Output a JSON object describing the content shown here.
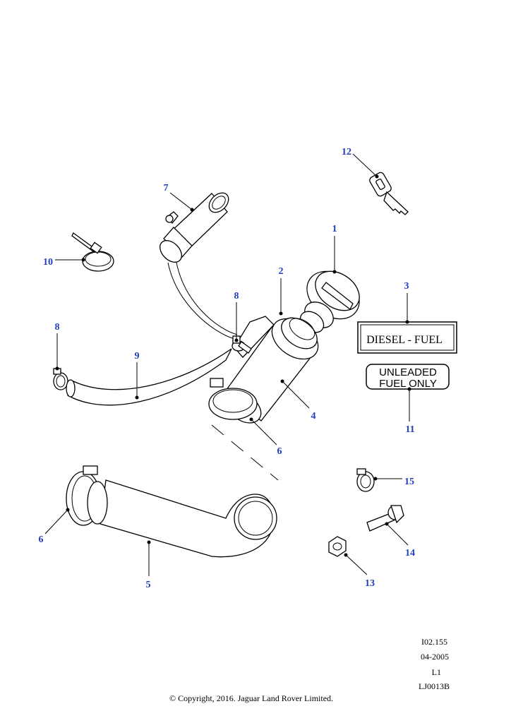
{
  "callouts": {
    "c1": "1",
    "c2": "2",
    "c3": "3",
    "c4": "4",
    "c5": "5",
    "c6a": "6",
    "c6b": "6",
    "c7": "7",
    "c8a": "8",
    "c8b": "8",
    "c9": "9",
    "c10": "10",
    "c11": "11",
    "c12": "12",
    "c13": "13",
    "c14": "14",
    "c15": "15"
  },
  "labels": {
    "diesel": "DIESEL - FUEL",
    "unleaded_line1": "UNLEADED",
    "unleaded_line2": "FUEL ONLY"
  },
  "meta": {
    "ref": "I02.155",
    "date": "04-2005",
    "level": "L1",
    "code": "LJ0013B",
    "copyright": "© Copyright, 2016. Jaguar Land Rover Limited."
  },
  "colors": {
    "callout": "#1f3fbf",
    "line": "#000000",
    "background": "#ffffff"
  }
}
